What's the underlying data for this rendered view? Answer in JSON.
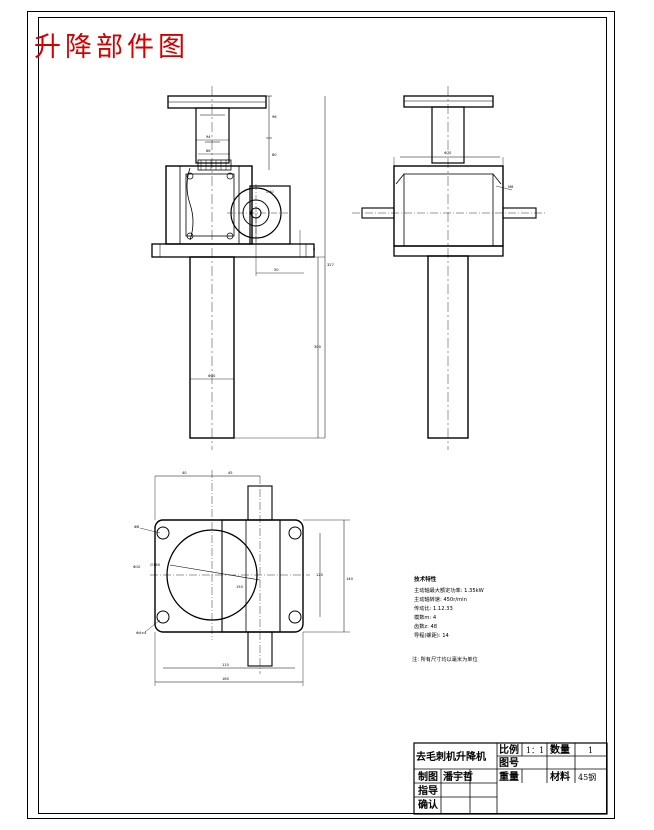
{
  "drawing": {
    "title": "升降部件图",
    "tech_req": {
      "heading": "技术特性",
      "lines": [
        "主动轴最大额定功率: 1.35kW",
        "主动轴转速: 450r/min",
        "传动比: 1.12.33",
        "模数m: 4",
        "齿数z: 48",
        "导程(螺距): 14"
      ],
      "note": "注: 所有尺寸均以毫米为单位"
    },
    "dims_front": [
      "96",
      "80",
      "94",
      "86",
      "300",
      "4",
      "50",
      "Φ30",
      "327",
      "∅40"
    ],
    "dims_side": [
      "Φ70",
      "M8"
    ],
    "dims_plan": [
      "Φ8",
      "Φ10",
      "40",
      "45",
      "140",
      "120",
      "110",
      "160",
      "∅160",
      "150",
      "Φ4×4"
    ],
    "title_block": {
      "name": "去毛刺机升降机",
      "scale_label": "比例",
      "scale_value": "1：1",
      "qty_label": "数量",
      "qty_value": "1",
      "drawing_no_label": "图号",
      "draw_label": "制图",
      "draw_name": "潘宇哲",
      "weight_label": "重量",
      "material_label": "材料",
      "material_value": "45钢",
      "check_label": "指导",
      "approve_label": "确认"
    }
  }
}
